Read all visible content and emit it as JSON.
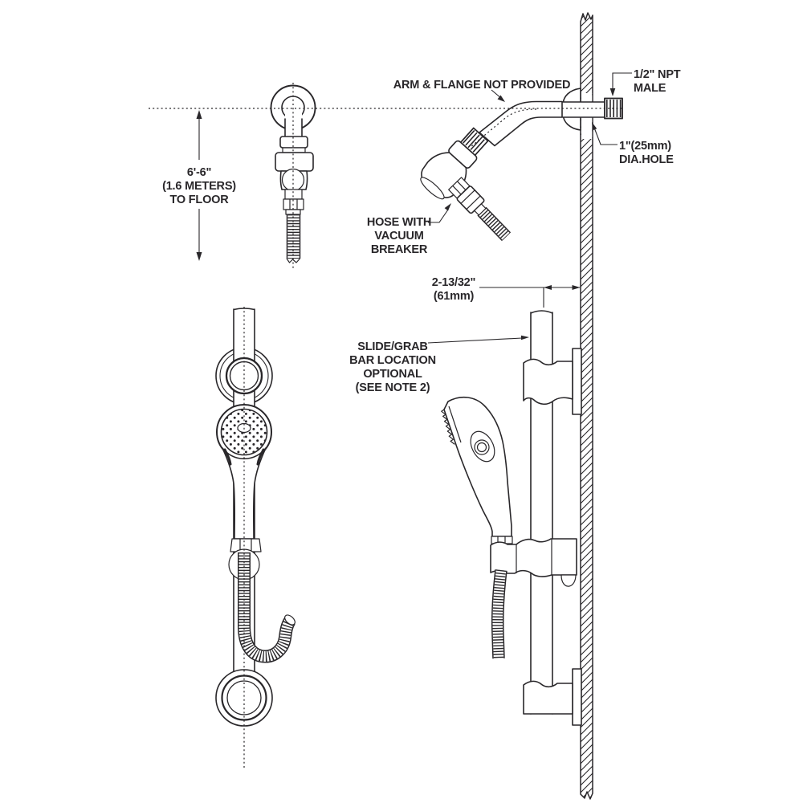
{
  "colors": {
    "background": "#ffffff",
    "line": "#29272a"
  },
  "labels": {
    "arm_flange_note": "ARM & FLANGE NOT PROVIDED",
    "npt_male": [
      "1/2\" NPT",
      "MALE"
    ],
    "dia_hole": [
      "1\"(25mm)",
      "DIA.HOLE"
    ],
    "hose_vacuum": [
      "HOSE WITH",
      "VACUUM",
      "BREAKER"
    ],
    "slide_bar_note": [
      "SLIDE/GRAB",
      "BAR LOCATION",
      "OPTIONAL",
      "(SEE NOTE 2)"
    ]
  },
  "dimensions": {
    "height_to_floor": [
      "6'-6\"",
      "(1.6 METERS)",
      "TO FLOOR"
    ],
    "bar_offset": [
      "2-13/32\"",
      "(61mm)"
    ]
  }
}
